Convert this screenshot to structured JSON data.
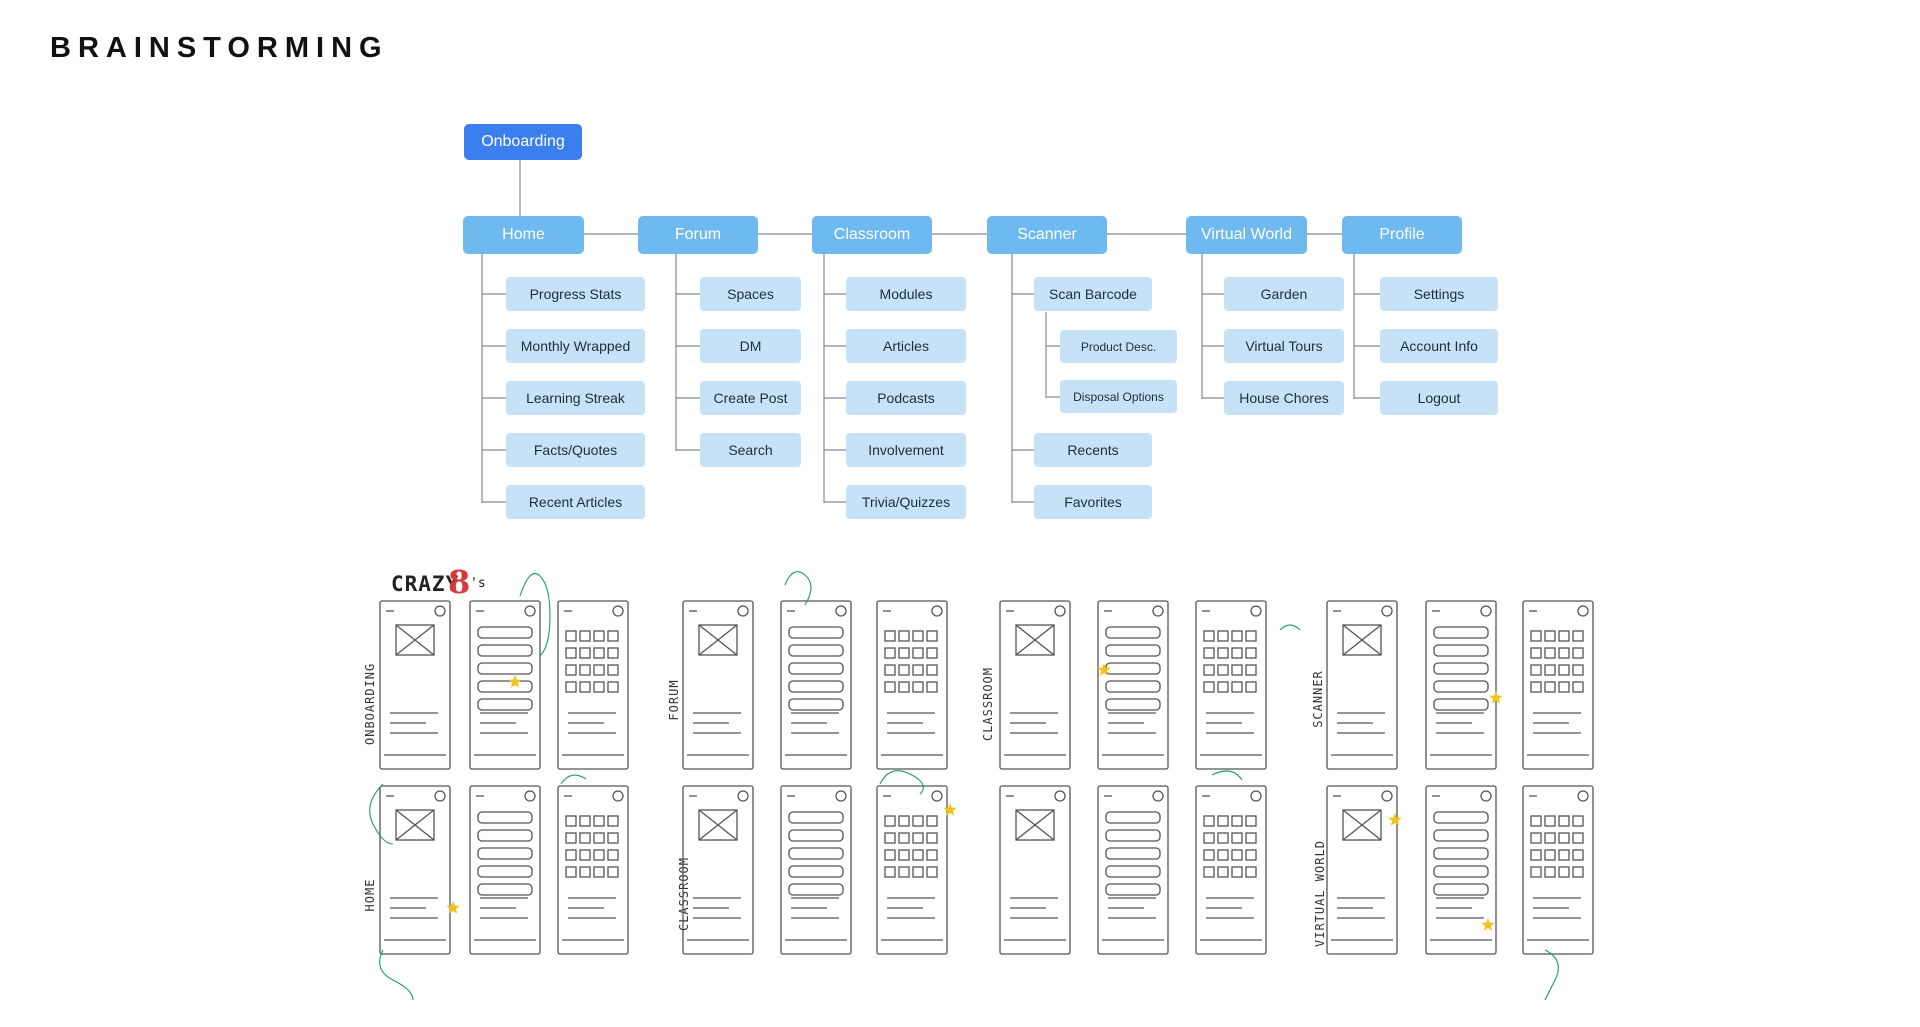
{
  "title": "BRAINSTORMING",
  "sitemap": {
    "root": "Onboarding",
    "sections": [
      {
        "label": "Home",
        "items": [
          "Progress Stats",
          "Monthly Wrapped",
          "Learning Streak",
          "Facts/Quotes",
          "Recent Articles"
        ]
      },
      {
        "label": "Forum",
        "items": [
          "Spaces",
          "DM",
          "Create Post",
          "Search"
        ]
      },
      {
        "label": "Classroom",
        "items": [
          "Modules",
          "Articles",
          "Podcasts",
          "Involvement",
          "Trivia/Quizzes"
        ]
      },
      {
        "label": "Scanner",
        "items": [
          "Scan Barcode",
          "Recents",
          "Favorites"
        ],
        "sub_items": [
          "Product Desc.",
          "Disposal Options"
        ]
      },
      {
        "label": "Virtual World",
        "items": [
          "Garden",
          "Virtual Tours",
          "House Chores"
        ]
      },
      {
        "label": "Profile",
        "items": [
          "Settings",
          "Account Info",
          "Logout"
        ]
      }
    ]
  },
  "sketches": {
    "crazy_label": "CRAZY",
    "crazy_number": "8",
    "crazy_suffix": "'s",
    "group_labels": [
      "ONBOARDING",
      "HOME",
      "FORUM",
      "CLASSROOM",
      "CLASSROOM",
      "SCANNER",
      "VIRTUAL WORLD"
    ]
  },
  "colors": {
    "root": "#3b7fee",
    "main": "#6eb9ef",
    "leaf": "#c5e2f6",
    "connector": "#8a8a8a",
    "sketch_stroke": "#555555",
    "annotation": "#1e9c6c",
    "highlight": "#f2c21b"
  }
}
